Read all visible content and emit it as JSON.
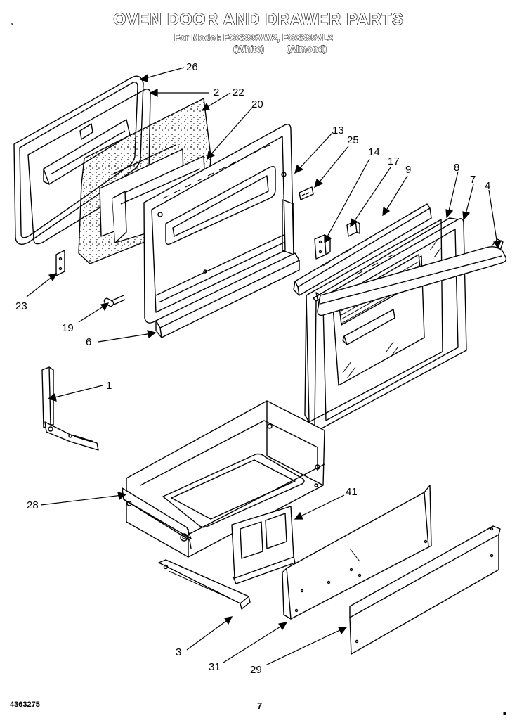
{
  "header": {
    "title": "OVEN DOOR AND DRAWER PARTS",
    "models": "For Model: FGS395VW2, FGS395VL2",
    "finish_white": "(White)",
    "finish_almond": "(Almond)"
  },
  "callouts": {
    "c1": "1",
    "c2": "2",
    "c3": "3",
    "c4": "4",
    "c6": "6",
    "c7": "7",
    "c8": "8",
    "c9": "9",
    "c13": "13",
    "c14": "14",
    "c17": "17",
    "c19": "19",
    "c20": "20",
    "c22": "22",
    "c23": "23",
    "c25": "25",
    "c26": "26",
    "c28": "28",
    "c29": "29",
    "c31": "31",
    "c41": "41"
  },
  "footer": {
    "doc_number": "4363275",
    "page_number": "7"
  },
  "corner_marks": {
    "top_left": "×",
    "bottom_right": "■"
  }
}
